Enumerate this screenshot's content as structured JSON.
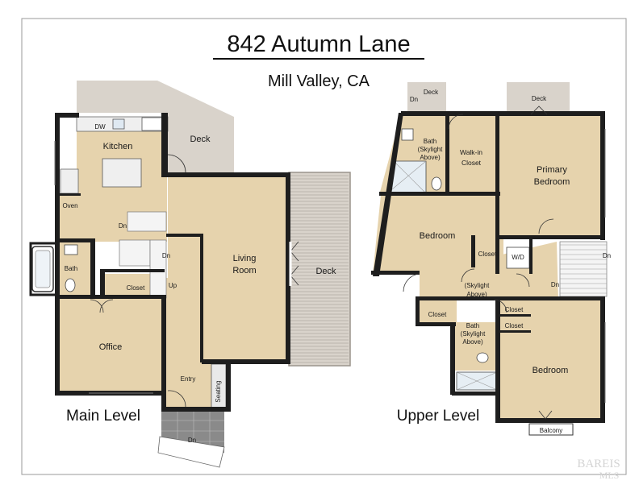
{
  "title": "842 Autumn Lane",
  "subtitle": "Mill Valley, CA",
  "main_level": {
    "label": "Main Level",
    "rooms": {
      "kitchen": "Kitchen",
      "dw": "DW",
      "deck_top": "Deck",
      "deck_right": "Deck",
      "oven": "Oven",
      "dn_kitchen": "Dn",
      "bath": "Bath",
      "dn_stair": "Dn",
      "up_stair": "Up",
      "closet": "Closet",
      "living_room": [
        "Living",
        "Room"
      ],
      "office": "Office",
      "entry": "Entry",
      "seating": "Seating",
      "dn_entry": "Dn"
    }
  },
  "upper_level": {
    "label": "Upper Level",
    "rooms": {
      "deck_left": "Deck",
      "dn_deck": "Dn",
      "deck_right": "Deck",
      "bath_top": [
        "Bath",
        "(Skylight",
        "Above)"
      ],
      "walkin_closet": [
        "Walk-in",
        "Closet"
      ],
      "primary_bedroom": [
        "Primary",
        "Bedroom"
      ],
      "bedroom_left": "Bedroom",
      "closet_mid": "Closet",
      "wd": "W/D",
      "dn_right": "Dn",
      "skylight_hall": [
        "(Skylight",
        "Above)"
      ],
      "dn_hall": "Dn",
      "closet_left": "Closet",
      "closet_r1": "Closet",
      "closet_r2": "Closet",
      "bath_bottom": [
        "Bath",
        "(Skylight",
        "Above)"
      ],
      "bedroom_right": "Bedroom",
      "balcony": "Balcony"
    }
  },
  "watermark": [
    "BAREIS",
    "MLS"
  ]
}
